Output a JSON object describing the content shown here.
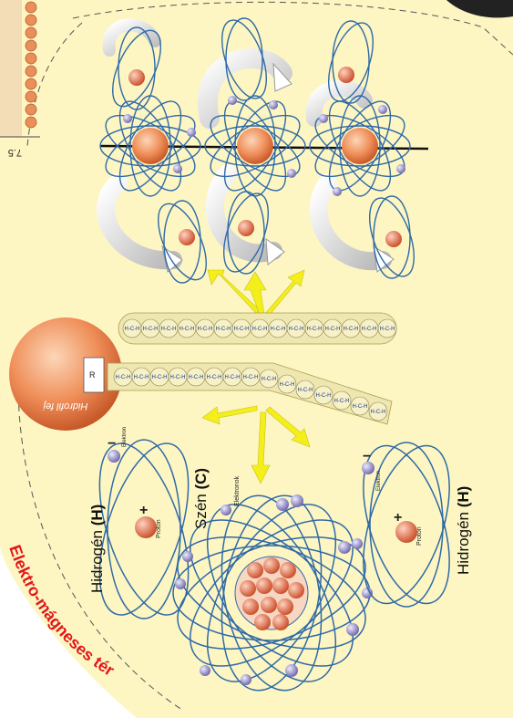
{
  "colors": {
    "background": "#fdf6c3",
    "orbit": "#2f6aa6",
    "arrow": "#f4ef1a",
    "title": "#e0181a",
    "proton": "#e8714a",
    "electron": "#8f86c4",
    "membrane": "#efe7b0",
    "hydrophil": "#f29a62"
  },
  "labels": {
    "title": "Elektro-mágneses tér",
    "hydrogen_top": "Hidrogén",
    "hydrogen_bottom": "Hidrogén",
    "hydrogen_symbol": "(H)",
    "carbon": "Szén",
    "carbon_symbol": "(C)",
    "proton": "Proton",
    "electron": "Elektron",
    "electrons": "Elektronok",
    "hydrophil_head": "Hidrofil fej",
    "corner_number": "7.5"
  },
  "icons": [
    "plus-sign",
    "minus-sign",
    "curved-arrow"
  ]
}
